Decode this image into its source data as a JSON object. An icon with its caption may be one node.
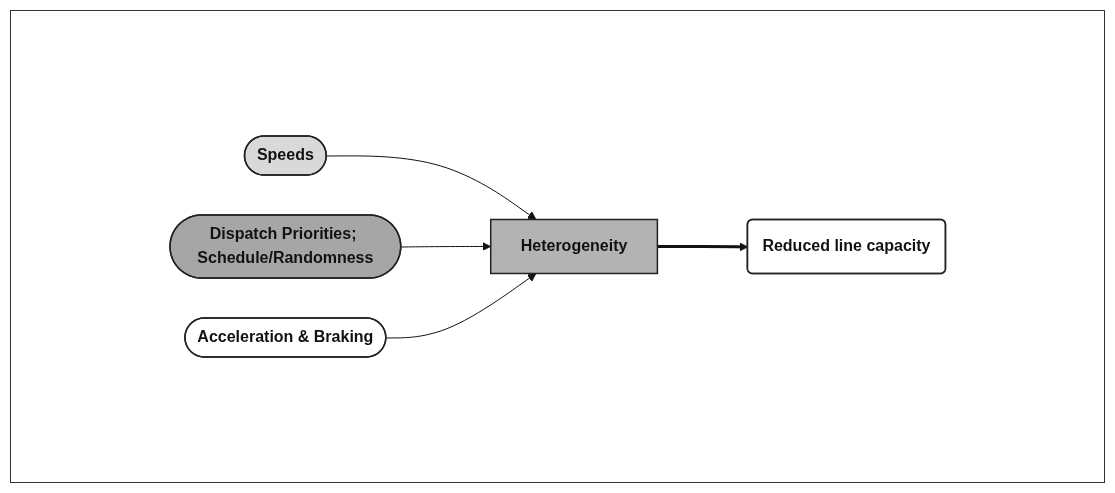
{
  "diagram": {
    "nodes": [
      {
        "text": [
          "Speeds"
        ]
      },
      {
        "text": [
          "Dispatch Priorities; Schedule/Randomness"
        ]
      },
      {
        "text": [
          "Acceleration & Braking"
        ]
      },
      {
        "text": [
          "Heterogeneity"
        ]
      },
      {
        "text": [
          "Reduced line capacity"
        ]
      }
    ],
    "edges": [
      {
        "from": 0,
        "to": 3,
        "arrow": "to"
      },
      {
        "from": 1,
        "to": 3,
        "arrow": "to"
      },
      {
        "from": 2,
        "to": 3,
        "arrow": "to"
      },
      {
        "from": 3,
        "to": 4,
        "arrow": "to",
        "style": "thick"
      }
    ]
  }
}
